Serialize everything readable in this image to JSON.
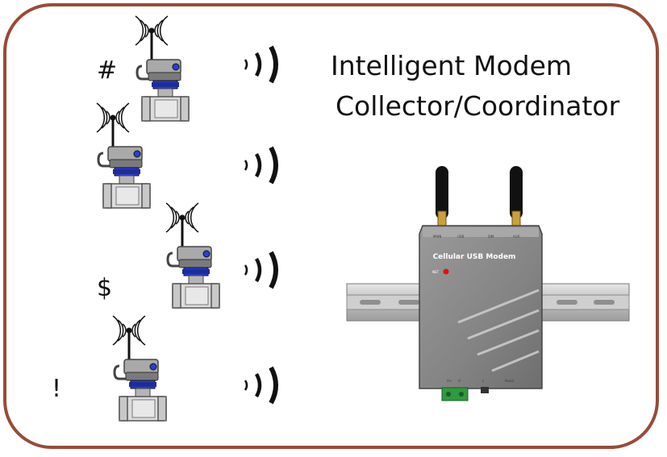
{
  "title": {
    "line1": "Intelligent Modem",
    "line2": "Collector/Coordinator"
  },
  "markers": [
    "#",
    "$",
    "!"
  ],
  "modem": {
    "label": "Cellular  USB  Modem",
    "top_ports": [
      "MAIN",
      "USB",
      "SIM",
      "AUX"
    ],
    "bottom_ports": [
      "V+",
      "V-",
      "⏚",
      "Reset"
    ],
    "led_label": "NET"
  },
  "meters": [
    {
      "id": "meter-1",
      "signal_icon": "radio-waves-icon"
    },
    {
      "id": "meter-2",
      "signal_icon": "radio-waves-icon"
    },
    {
      "id": "meter-3",
      "signal_icon": "radio-waves-icon"
    },
    {
      "id": "meter-4",
      "signal_icon": "radio-waves-icon"
    }
  ],
  "colors": {
    "frame": "#9a4a38",
    "valve_blue": "#2a3fd6",
    "modem_gray": "#8c8c8c"
  }
}
